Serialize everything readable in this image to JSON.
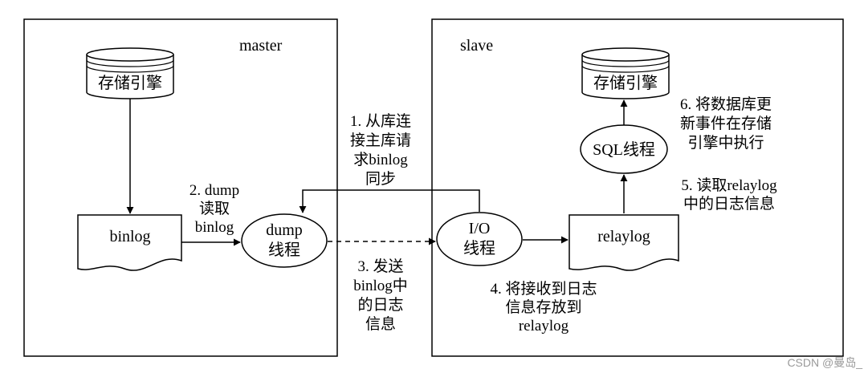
{
  "master": {
    "label": "master"
  },
  "slave": {
    "label": "slave"
  },
  "master_storage": {
    "label": "存储引擎"
  },
  "slave_storage": {
    "label": "存储引擎"
  },
  "binlog_doc": {
    "label": "binlog"
  },
  "relaylog_doc": {
    "label": "relaylog"
  },
  "dump_thread": {
    "line1": "dump",
    "line2": "线程"
  },
  "io_thread": {
    "line1": "I/O",
    "line2": "线程"
  },
  "sql_thread": {
    "label": "SQL线程"
  },
  "steps": {
    "step1": [
      "1. 从库连",
      "接主库请",
      "求binlog",
      "同步"
    ],
    "step2": [
      "2. dump",
      "读取",
      "binlog"
    ],
    "step3": [
      "3. 发送",
      "binlog中",
      "的日志",
      "信息"
    ],
    "step4": [
      "4. 将接收到日志",
      "信息存放到",
      "relaylog"
    ],
    "step5": [
      "5. 读取relaylog",
      "中的日志信息"
    ],
    "step6": [
      "6. 将数据库更",
      "新事件在存储",
      "引擎中执行"
    ]
  },
  "watermark": "CSDN @曼岛_"
}
